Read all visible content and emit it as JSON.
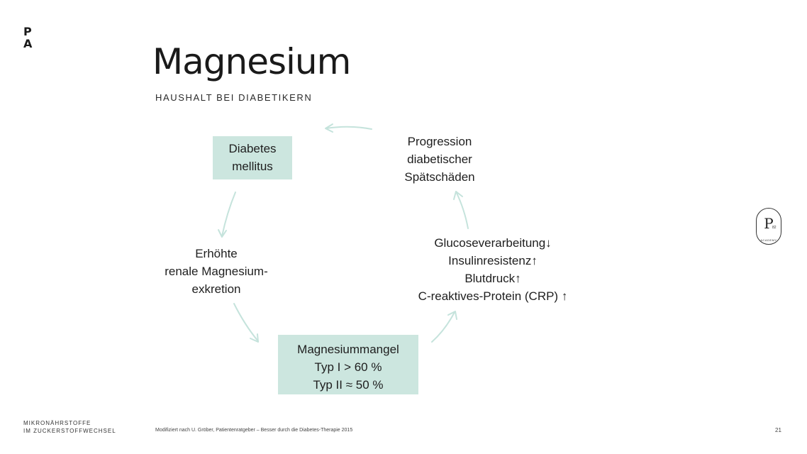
{
  "logo": {
    "line1": "P",
    "line2": "A"
  },
  "header": {
    "title": "Magnesium",
    "subtitle": "HAUSHALT BEI DIABETIKERN"
  },
  "diagram": {
    "nodes": {
      "diabetes": [
        "Diabetes",
        "mellitus"
      ],
      "progression": [
        "Progression",
        "diabetischer",
        "Spätschäden"
      ],
      "renal": [
        "Erhöhte",
        "renale Magnesium-",
        "exkretion"
      ],
      "markers": [
        "Glucoseverarbeitung↓",
        "Insulinresistenz↑",
        "Blutdruck↑",
        "C-reaktives-Protein (CRP) ↑"
      ],
      "mangel": [
        "Magnesiummangel",
        "Typ I > 60 %",
        "Typ II ≈ 50 %"
      ]
    },
    "box_color": "#cce6df",
    "arrow_color": "#c5e3dc"
  },
  "badge": {
    "letter": "P",
    "small": "82",
    "ring": "ACADEMY"
  },
  "footer": {
    "line1": "MIKRONÄHRSTOFFE",
    "line2": "IM ZUCKERSTOFFWECHSEL",
    "source": "Modifiziert nach U. Gröber, Patientenratgeber – Besser durch die Diabetes-Therapie 2015",
    "page": "21"
  }
}
